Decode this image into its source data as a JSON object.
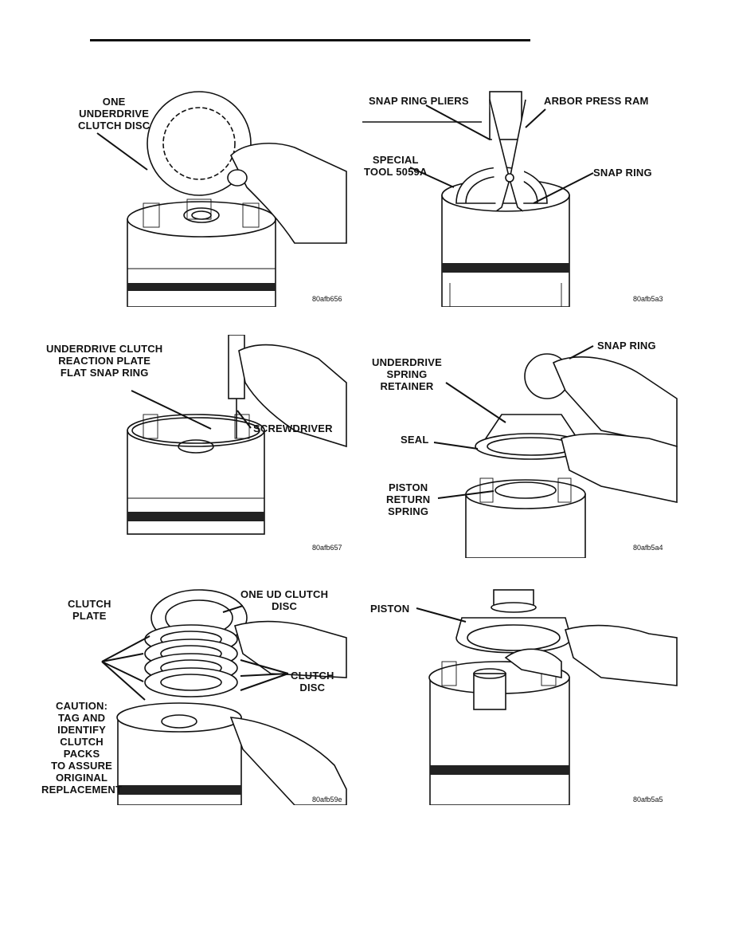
{
  "page": {
    "figures": [
      {
        "labels": [
          "ONE\nUNDERDRIVE\nCLUTCH DISC"
        ],
        "code": "80afb656"
      },
      {
        "labels": [
          "SNAP RING PLIERS",
          "ARBOR PRESS RAM",
          "SPECIAL\nTOOL 5059A",
          "SNAP RING"
        ],
        "code": "80afb5a3"
      },
      {
        "labels": [
          "UNDERDRIVE CLUTCH\nREACTION PLATE\nFLAT SNAP RING",
          "SCREWDRIVER"
        ],
        "code": "80afb657"
      },
      {
        "labels": [
          "SNAP RING",
          "UNDERDRIVE\nSPRING\nRETAINER",
          "SEAL",
          "PISTON\nRETURN\nSPRING"
        ],
        "code": "80afb5a4"
      },
      {
        "labels": [
          "ONE UD CLUTCH\nDISC",
          "CLUTCH\nPLATE",
          "CLUTCH\nDISC",
          "CAUTION:\nTAG AND\nIDENTIFY\nCLUTCH\nPACKS\nTO ASSURE\nORIGINAL\nREPLACEMENT"
        ],
        "code": "80afb59e"
      },
      {
        "labels": [
          "PISTON"
        ],
        "code": "80afb5a5"
      }
    ]
  }
}
